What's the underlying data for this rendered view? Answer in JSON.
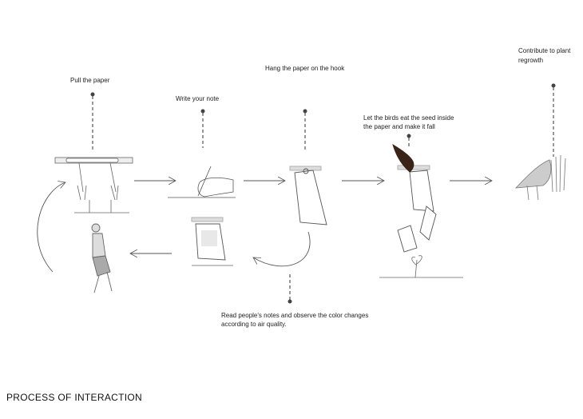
{
  "steps": {
    "pull": "Pull the paper",
    "write": "Write your note",
    "hang": "Hang the paper on the hook",
    "birds_1": "Let the birds eat the seed inside",
    "birds_2": "the paper and make it fall",
    "plant_1": "Contribute to plant",
    "plant_2": "regrowth",
    "read_1": "Read people's notes and observe the color changes",
    "read_2": "according to air quality."
  },
  "title": "PROCESS OF INTERACTION",
  "colors": {
    "line": "#444444",
    "bird": "#3a2318"
  }
}
